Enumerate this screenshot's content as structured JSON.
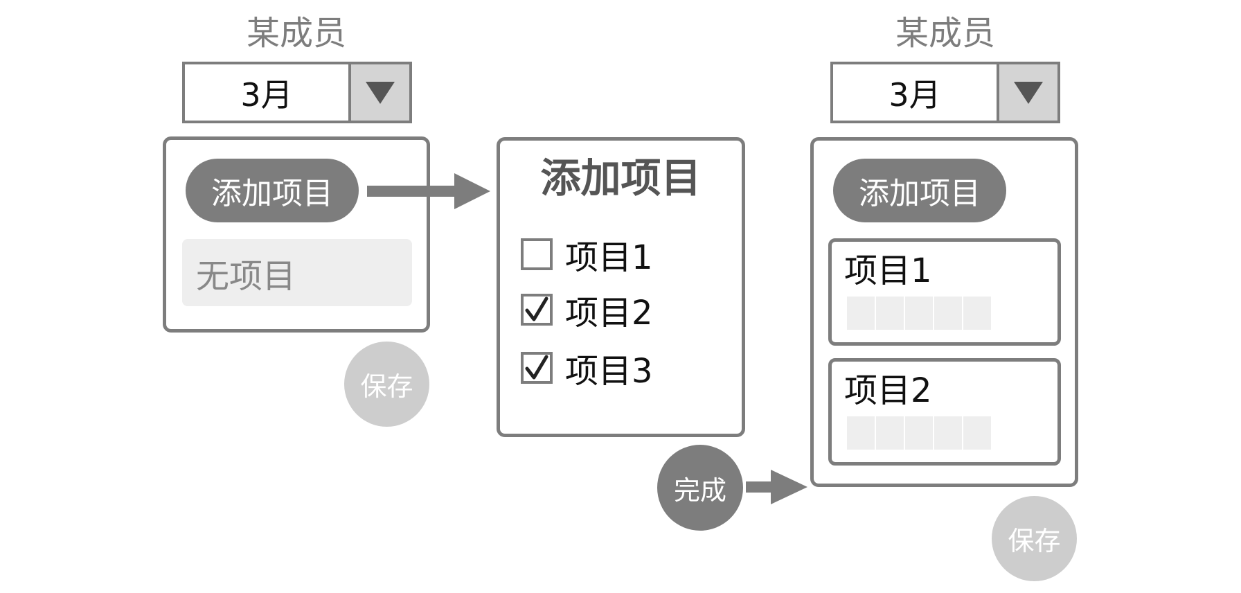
{
  "colors": {
    "frame": "#7d7d7d",
    "dark_fill": "#7d7d7d",
    "light_button": "#cdcdcd",
    "empty_fill": "#eeeeee",
    "dropdown_button": "#d4d4d4",
    "title_text": "#7d7d7d",
    "white": "#ffffff"
  },
  "left": {
    "title": "某成员",
    "month": "3月",
    "add_button": "添加项目",
    "empty_text": "无项目",
    "save_button": "保存"
  },
  "dialog": {
    "title": "添加项目",
    "items": [
      {
        "label": "项目1",
        "checked": false
      },
      {
        "label": "项目2",
        "checked": true
      },
      {
        "label": "项目3",
        "checked": true
      }
    ],
    "done_button": "完成"
  },
  "right": {
    "title": "某成员",
    "month": "3月",
    "add_button": "添加项目",
    "cards": [
      {
        "label": "项目1"
      },
      {
        "label": "项目2"
      }
    ],
    "save_button": "保存"
  },
  "icons": {
    "dropdown": "triangle-down-icon",
    "check": "check-mark-icon",
    "arrow": "arrow-right-icon"
  }
}
